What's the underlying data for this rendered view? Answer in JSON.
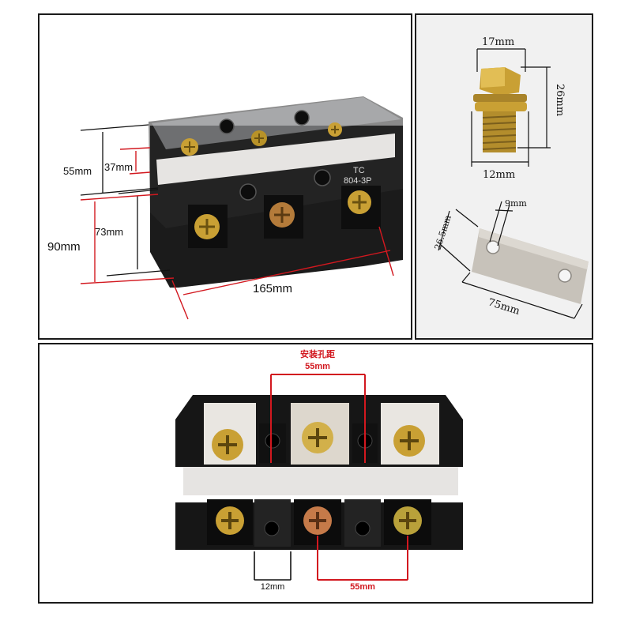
{
  "panel_main": {
    "labels": {
      "d55": "55mm",
      "d37": "37mm",
      "d90": "90mm",
      "d73": "73mm",
      "d165": "165mm",
      "housing_line1": "TC",
      "housing_line2": "804-3P"
    }
  },
  "panel_screw": {
    "labels": {
      "width": "17mm",
      "height": "26mm",
      "thread": "12mm"
    }
  },
  "panel_plate": {
    "labels": {
      "hole": "9mm",
      "width": "26.5mm",
      "length": "75mm"
    }
  },
  "panel_front": {
    "labels": {
      "pitch_title": "安装孔距",
      "pitch_top": "55mm",
      "gap": "12mm",
      "pitch_bottom": "55mm"
    }
  },
  "colors": {
    "dimension_red": "#d2181f",
    "housing": "#161616",
    "brass": "#c9a034",
    "label_strip": "#e6e4e2"
  }
}
